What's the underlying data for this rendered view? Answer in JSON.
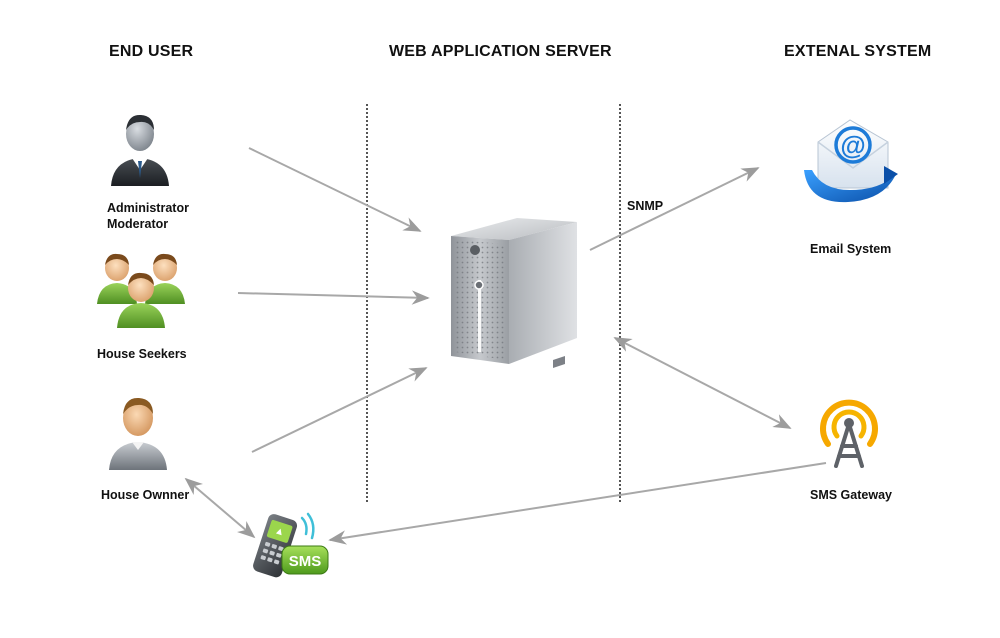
{
  "columns": {
    "end_user": "END USER",
    "server": "WEB APPLICATION SERVER",
    "external": "EXTENAL SYSTEM"
  },
  "nodes": {
    "admin": {
      "line1": "Administrator",
      "line2": "Moderator",
      "icon": "admin-user-icon"
    },
    "seekers": {
      "label": "House Seekers",
      "icon": "user-group-icon"
    },
    "owner": {
      "label": "House Ownner",
      "icon": "user-icon"
    },
    "sms_phone": {
      "label": "SMS",
      "icon": "sms-phone-icon"
    },
    "email": {
      "label": "Email System",
      "icon": "email-icon"
    },
    "gateway": {
      "label": "SMS Gateway",
      "icon": "antenna-icon"
    },
    "server": {
      "icon": "server-tower-icon"
    }
  },
  "edge_labels": {
    "snmp": "SNMP"
  },
  "colors": {
    "arrow": "#a8a8a8",
    "divider": "#555555",
    "accent_green": "#7cc242",
    "accent_orange": "#f6a800"
  }
}
